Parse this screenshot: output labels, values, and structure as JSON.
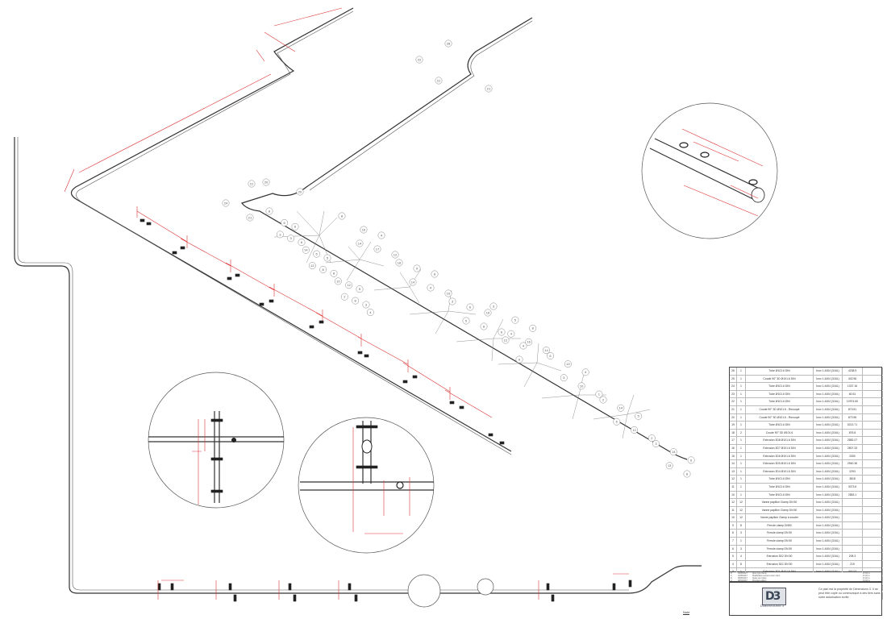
{
  "bubble_labels": {
    "top_left": [
      "28",
      "22",
      "21",
      "21"
    ],
    "upper_branch": [
      "21",
      "20",
      "24",
      "21",
      "20"
    ],
    "main_left": [
      "8",
      "6",
      "3",
      "6",
      "3",
      "14",
      "6",
      "6",
      "12",
      "5",
      "8",
      "10",
      "8",
      "12",
      "2",
      "5",
      "8",
      "4",
      "3"
    ],
    "main_mid": [
      "8",
      "16",
      "14",
      "4",
      "17",
      "18",
      "12",
      "9",
      "14",
      "8",
      "4",
      "3",
      "10",
      "6",
      "5",
      "16",
      "8",
      "12",
      "6",
      "4",
      "9"
    ],
    "main_right": [
      "3",
      "5",
      "4",
      "8",
      "16",
      "6",
      "14",
      "13",
      "3",
      "4",
      "10",
      "2",
      "1",
      "14",
      "6",
      "5",
      "12",
      "3",
      "2",
      "14",
      "13",
      "6",
      "8"
    ]
  },
  "bom": {
    "header": [
      "N°",
      "Qté",
      "Description",
      "Matière",
      "Longueur",
      "Observations"
    ],
    "rows": [
      [
        "26",
        "1",
        "Tube Ø101.6 DIN",
        "Inox 1.4404 (316L)",
        "4238.9",
        ""
      ],
      [
        "25",
        "1",
        "Coude 90° 3D Ø101.6 DIN",
        "Inox 1.4404 (316L)",
        "402.96",
        ""
      ],
      [
        "24",
        "1",
        "Tube Ø101.6 DIN",
        "Inox 1.4404 (316L)",
        "1337.16",
        ""
      ],
      [
        "23",
        "1",
        "Tube Ø101.6 DIN",
        "Inox 1.4404 (316L)",
        "60.51",
        ""
      ],
      [
        "22",
        "1",
        "Tube Ø101.6 DIN",
        "Inox 1.4404 (316L)",
        "10974.50",
        ""
      ],
      [
        "21",
        "1",
        "Coude 90° 3D Ø101.6 - Recoupé",
        "Inox 1.4404 (316L)",
        "873.51",
        ""
      ],
      [
        "20",
        "1",
        "Coude 90° 3D Ø101.6 - Recoupé",
        "Inox 1.4404 (316L)",
        "873.96",
        ""
      ],
      [
        "19",
        "1",
        "Tube Ø101.6 DIN",
        "Inox 1.4404 (316L)",
        "5213.71",
        ""
      ],
      [
        "18",
        "2",
        "Coude 90° 3D Ø101.6",
        "Inox 1.4404 (316L)",
        "876.8",
        ""
      ],
      [
        "17",
        "1",
        "Extrusion 3D8 Ø101.6 DIN",
        "Inox 1.4404 (316L)",
        "2882.07",
        ""
      ],
      [
        "16",
        "1",
        "Extrusion 3D7 Ø101.6 DIN",
        "Inox 1.4404 (316L)",
        "2807.33",
        ""
      ],
      [
        "15",
        "1",
        "Extrusion 3D6 Ø101.6 DIN",
        "Inox 1.4404 (316L)",
        "2050",
        ""
      ],
      [
        "14",
        "1",
        "Extrusion 3D5 Ø101.6 DIN",
        "Inox 1.4404 (316L)",
        "2940.36",
        ""
      ],
      [
        "13",
        "1",
        "Extrusion 3D4 Ø101.6 DIN",
        "Inox 1.4404 (316L)",
        "2293",
        ""
      ],
      [
        "12",
        "1",
        "Tube Ø101.6 DIN",
        "Inox 1.4404 (316L)",
        "3818",
        ""
      ],
      [
        "11",
        "1",
        "Tube Ø101.6 DIN",
        "Inox 1.4404 (316L)",
        "3073.6",
        ""
      ],
      [
        "10",
        "1",
        "Tube Ø101.6 DIN",
        "Inox 1.4404 (316L)",
        "2853.1",
        ""
      ],
      [
        "12",
        "12",
        "Vanne papillon Clamp DN 50",
        "Inox 1.4404 (316L)",
        "",
        ""
      ],
      [
        "11",
        "12",
        "Vanne papillon Clamp DN 50",
        "Inox 1.4404 (316L)",
        "",
        ""
      ],
      [
        "10",
        "12",
        "Vanne papillon Clamp à souder",
        "Inox 1.4404 (316L)",
        "",
        ""
      ],
      [
        "9",
        "8",
        "Ferrule clamp DN50",
        "Inox 1.4404 (316L)",
        "",
        ""
      ],
      [
        "8",
        "3",
        "Ferrule clamp DN 50",
        "Inox 1.4404 (316L)",
        "",
        ""
      ],
      [
        "7",
        "1",
        "Ferrule clamp DN 50",
        "Inox 1.4404 (316L)",
        "",
        ""
      ],
      [
        "6",
        "3",
        "Ferrule clamp DN 50",
        "Inox 1.4404 (316L)",
        "",
        ""
      ],
      [
        "5",
        "4",
        "Extrusion 3D2 DN 50",
        "Inox 1.4404 (316L)",
        "208.3",
        ""
      ],
      [
        "4",
        "8",
        "Extrusion 3D1 DN 50",
        "Inox 1.4404 (316L)",
        "219",
        ""
      ],
      [
        "3",
        "1",
        "Extrusion 3D1 Ø101.6 DIN",
        "Inox 1.4404 (316L)",
        "307.02",
        ""
      ],
      [
        "2",
        "8",
        "Ferrule clamp",
        "Inox 1.4404 (316L)",
        "",
        ""
      ],
      [
        "1",
        "1",
        "Coude 90/3 90° Ø101.6 DIN 3/D",
        "Inox 1.4404 (316L)",
        "480.89",
        ""
      ]
    ]
  },
  "revisions": {
    "rows": [
      [
        "D",
        "01/06/2017",
        "Ajout type clamp",
        "D.V.R.A."
      ],
      [
        "C",
        "15/05/2017",
        "Modification suivant retour client",
        "D.V.R.A."
      ],
      [
        "B",
        "05/05/2017",
        "Suivie de l'étude",
        "D.V.R.A."
      ],
      [
        "A",
        "28/04/2017",
        "Première édition",
        "D.V.R.A."
      ]
    ],
    "header": [
      "Indice",
      "Date",
      "Modifications",
      "Modifié par"
    ]
  },
  "title_block": {
    "brand": "DIMENSIONS 3",
    "copyright": "Ce plan est la propriété de Dimensions 3. Il ne peut être copié ou communiqué à des tiers sans notre autorisation écrite."
  },
  "scale_label": "Note"
}
